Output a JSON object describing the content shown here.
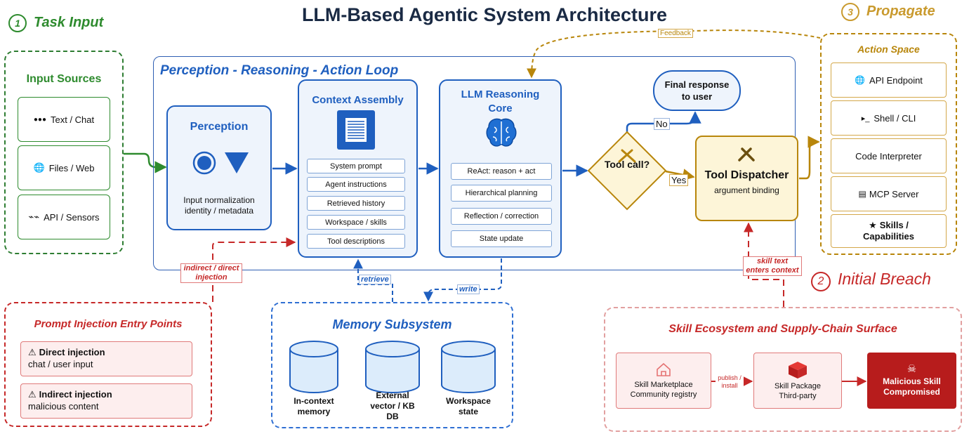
{
  "title": "LLM-Based Agentic System Architecture",
  "sections": {
    "task_input": {
      "number": "1",
      "label": "Task Input"
    },
    "propagate": {
      "number": "3",
      "label": "Propagate"
    },
    "initial_breach": {
      "number": "2",
      "label": "Initial Breach"
    }
  },
  "input_sources": {
    "heading": "Input Sources",
    "items": [
      {
        "icon": "●●●",
        "label": "Text / Chat"
      },
      {
        "icon": "🌐",
        "label": "Files / Web"
      },
      {
        "icon": "⌁⌁",
        "label": "API / Sensors"
      }
    ]
  },
  "loop": {
    "label": "Perception - Reasoning - Action Loop"
  },
  "perception": {
    "title": "Perception",
    "desc_line1": "Input normalization",
    "desc_line2": "identity / metadata"
  },
  "context": {
    "title": "Context Assembly",
    "items": [
      "System prompt",
      "Agent instructions",
      "Retrieved history",
      "Workspace / skills",
      "Tool descriptions"
    ]
  },
  "llm": {
    "title_line1": "LLM Reasoning",
    "title_line2": "Core",
    "items": [
      "ReAct: reason + act",
      "Hierarchical planning",
      "Reflection / correction",
      "State update"
    ]
  },
  "tool_call": {
    "label": "Tool call?",
    "no": "No",
    "yes": "Yes"
  },
  "final_response": {
    "line1": "Final response",
    "line2": "to user"
  },
  "dispatcher": {
    "title": "Tool Dispatcher",
    "subtitle": "argument binding"
  },
  "feedback_label": "Feedback",
  "action_space": {
    "heading": "Action Space",
    "items": [
      {
        "icon": "🌐",
        "label": "API Endpoint"
      },
      {
        "icon": "▸_",
        "label": "Shell / CLI"
      },
      {
        "icon": "",
        "label": "Code Interpreter"
      },
      {
        "icon": "▤",
        "label": "MCP Server"
      },
      {
        "icon": "★",
        "label": "Skills /",
        "label2": "Capabilities"
      }
    ]
  },
  "prompt_injection": {
    "heading": "Prompt Injection Entry Points",
    "items": [
      {
        "icon": "⚠",
        "title": "Direct injection",
        "desc": "chat / user input"
      },
      {
        "icon": "⚠",
        "title": "Indirect injection",
        "desc": "malicious content"
      }
    ],
    "edge_label_line1": "indirect / direct",
    "edge_label_line2": "injection"
  },
  "memory": {
    "heading": "Memory Subsystem",
    "retrieve": "retrieve",
    "write": "write",
    "stores": [
      {
        "line1": "In-context",
        "line2": "memory",
        "line3": ""
      },
      {
        "line1": "External",
        "line2": "vector / KB",
        "line3": "DB"
      },
      {
        "line1": "Workspace",
        "line2": "state",
        "line3": ""
      }
    ]
  },
  "skill_ecosystem": {
    "heading": "Skill Ecosystem and Supply-Chain Surface",
    "marketplace_line1": "Skill Marketplace",
    "marketplace_line2": "Community registry",
    "publish_line1": "publish /",
    "publish_line2": "install",
    "package_line1": "Skill Package",
    "package_line2": "Third-party",
    "malicious_icon": "☠",
    "malicious_line1": "Malicious Skill",
    "malicious_line2": "Compromised",
    "skill_text_line1": "skill text",
    "skill_text_line2": "enters context"
  },
  "colors": {
    "blue": "#1f5fbf",
    "green": "#2e8b2e",
    "gold": "#b8860b",
    "red": "#c62828"
  }
}
